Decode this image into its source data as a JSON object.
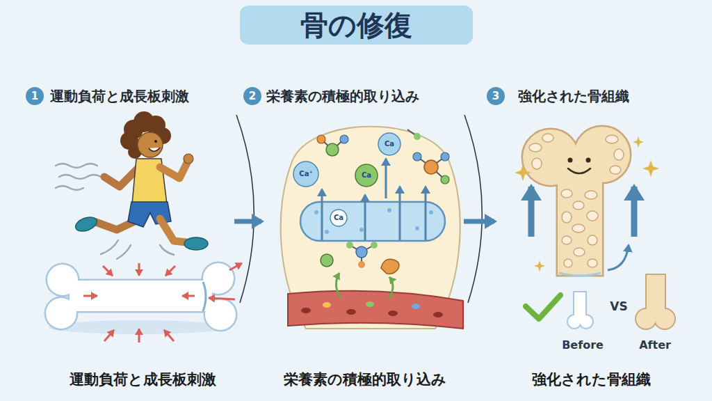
{
  "diagram": {
    "title": "骨の修復",
    "nodes": [
      {
        "text": [
          "運動負荷と成長板刺激",
          "運動負荷と成長板刺激"
        ]
      },
      {
        "text": [
          "栄養素の積極的取り込み",
          "栄養素の積極的取り込み"
        ]
      },
      {
        "text": [
          "強化された骨組織",
          "強化された骨組織"
        ]
      }
    ],
    "edges": [
      {
        "from": 0,
        "to": 1,
        "arrow": "to"
      },
      {
        "from": 1,
        "to": 2,
        "arrow": "to"
      }
    ],
    "labels": [
      "1",
      "2",
      "3",
      "Ca⁺",
      "Ca",
      "Ca",
      "Ca",
      "VS",
      "Before",
      "After"
    ]
  }
}
